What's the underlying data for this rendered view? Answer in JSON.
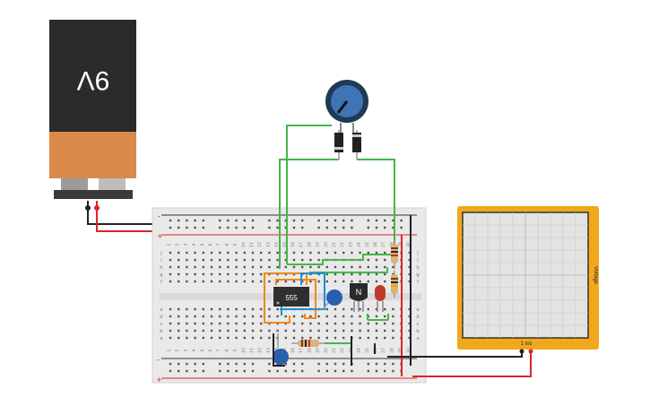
{
  "battery": {
    "label": "9V"
  },
  "chip": {
    "label": "555"
  },
  "transistor": {
    "label": "N"
  },
  "oscilloscope": {
    "side_label": "Voltage",
    "bottom_label": "1 ms"
  },
  "breadboard": {
    "column_numbers": [
      "1",
      "2",
      "3",
      "4",
      "5",
      "6",
      "7",
      "8",
      "9",
      "10",
      "11",
      "12",
      "13",
      "14",
      "15",
      "16",
      "17",
      "18",
      "19",
      "20",
      "21",
      "22",
      "23",
      "24",
      "25",
      "26",
      "27",
      "28",
      "29",
      "30"
    ],
    "row_letters_top": [
      "j",
      "i",
      "h",
      "g",
      "f"
    ],
    "row_letters_bottom": [
      "e",
      "d",
      "c",
      "b",
      "a"
    ],
    "rail_plus": "+",
    "rail_minus": "-"
  },
  "colors": {
    "wire_red": "#d8262c",
    "wire_black": "#222222",
    "wire_green": "#45b649",
    "wire_orange": "#ef8a17",
    "wire_blue": "#1b8fd6",
    "battery_body": "#2b2b2b",
    "battery_bottom": "#d98a4a",
    "scope_frame": "#f1a81d",
    "scope_screen": "#e3e3e3",
    "board": "#e9e9e9"
  },
  "icons": [
    "battery-9v",
    "potentiometer",
    "diode",
    "ic-555",
    "capacitor",
    "npn-transistor",
    "led",
    "resistor",
    "oscilloscope"
  ]
}
